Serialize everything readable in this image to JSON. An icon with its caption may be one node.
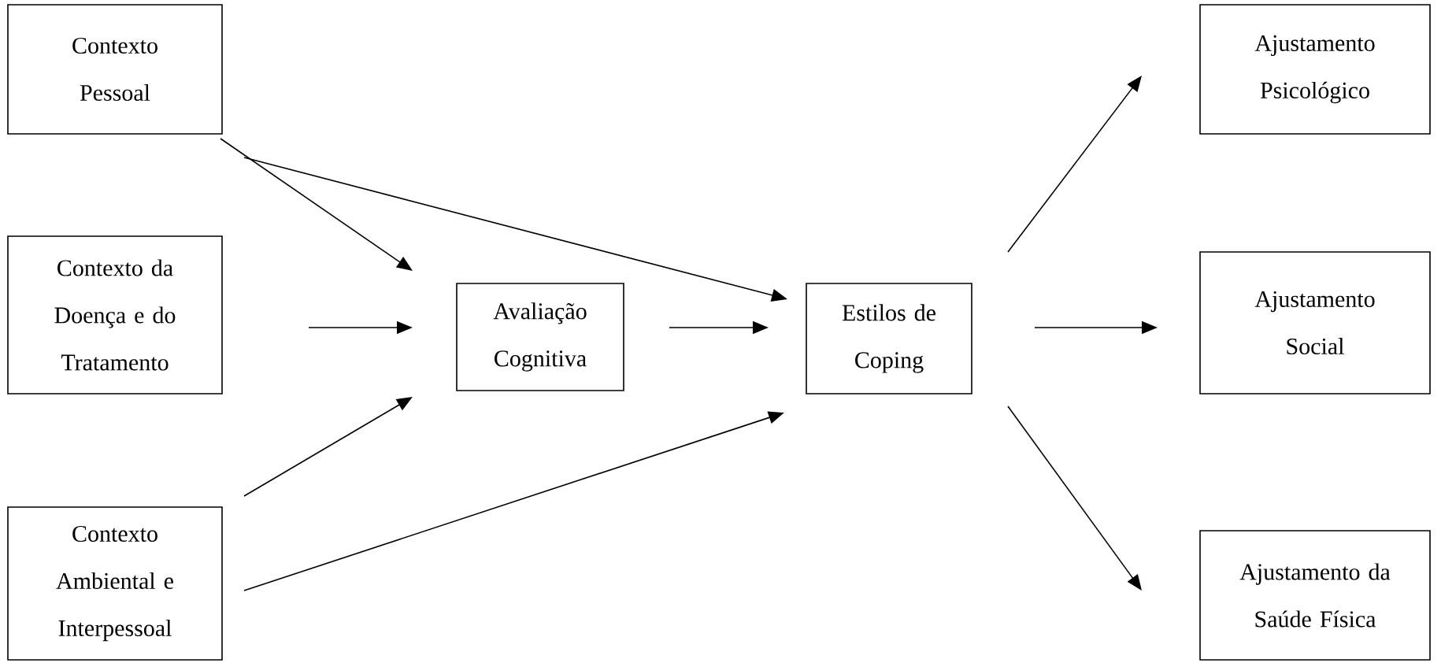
{
  "diagram": {
    "nodes": [
      {
        "text": [
          "Contexto Pessoal"
        ]
      },
      {
        "text": [
          "Contexto da Doença e do Tratamento"
        ]
      },
      {
        "text": [
          "Contexto Ambiental e Interpessoal"
        ]
      },
      {
        "text": [
          "Avaliação Cognitiva"
        ]
      },
      {
        "text": [
          "Estilos de Coping"
        ]
      },
      {
        "text": [
          "Ajustamento Psicológico"
        ]
      },
      {
        "text": [
          "Ajustamento Social"
        ]
      },
      {
        "text": [
          "Ajustamento da Saúde Física"
        ]
      }
    ],
    "edges": [
      {
        "from": 0,
        "to": 3,
        "arrow": "to"
      },
      {
        "from": 0,
        "to": 4,
        "arrow": "to"
      },
      {
        "from": 1,
        "to": 3,
        "arrow": "to"
      },
      {
        "from": 2,
        "to": 3,
        "arrow": "to"
      },
      {
        "from": 2,
        "to": 4,
        "arrow": "to"
      },
      {
        "from": 3,
        "to": 4,
        "arrow": "to"
      },
      {
        "from": 4,
        "to": 5,
        "arrow": "to"
      },
      {
        "from": 4,
        "to": 6,
        "arrow": "to"
      },
      {
        "from": 4,
        "to": 7,
        "arrow": "to"
      }
    ]
  }
}
